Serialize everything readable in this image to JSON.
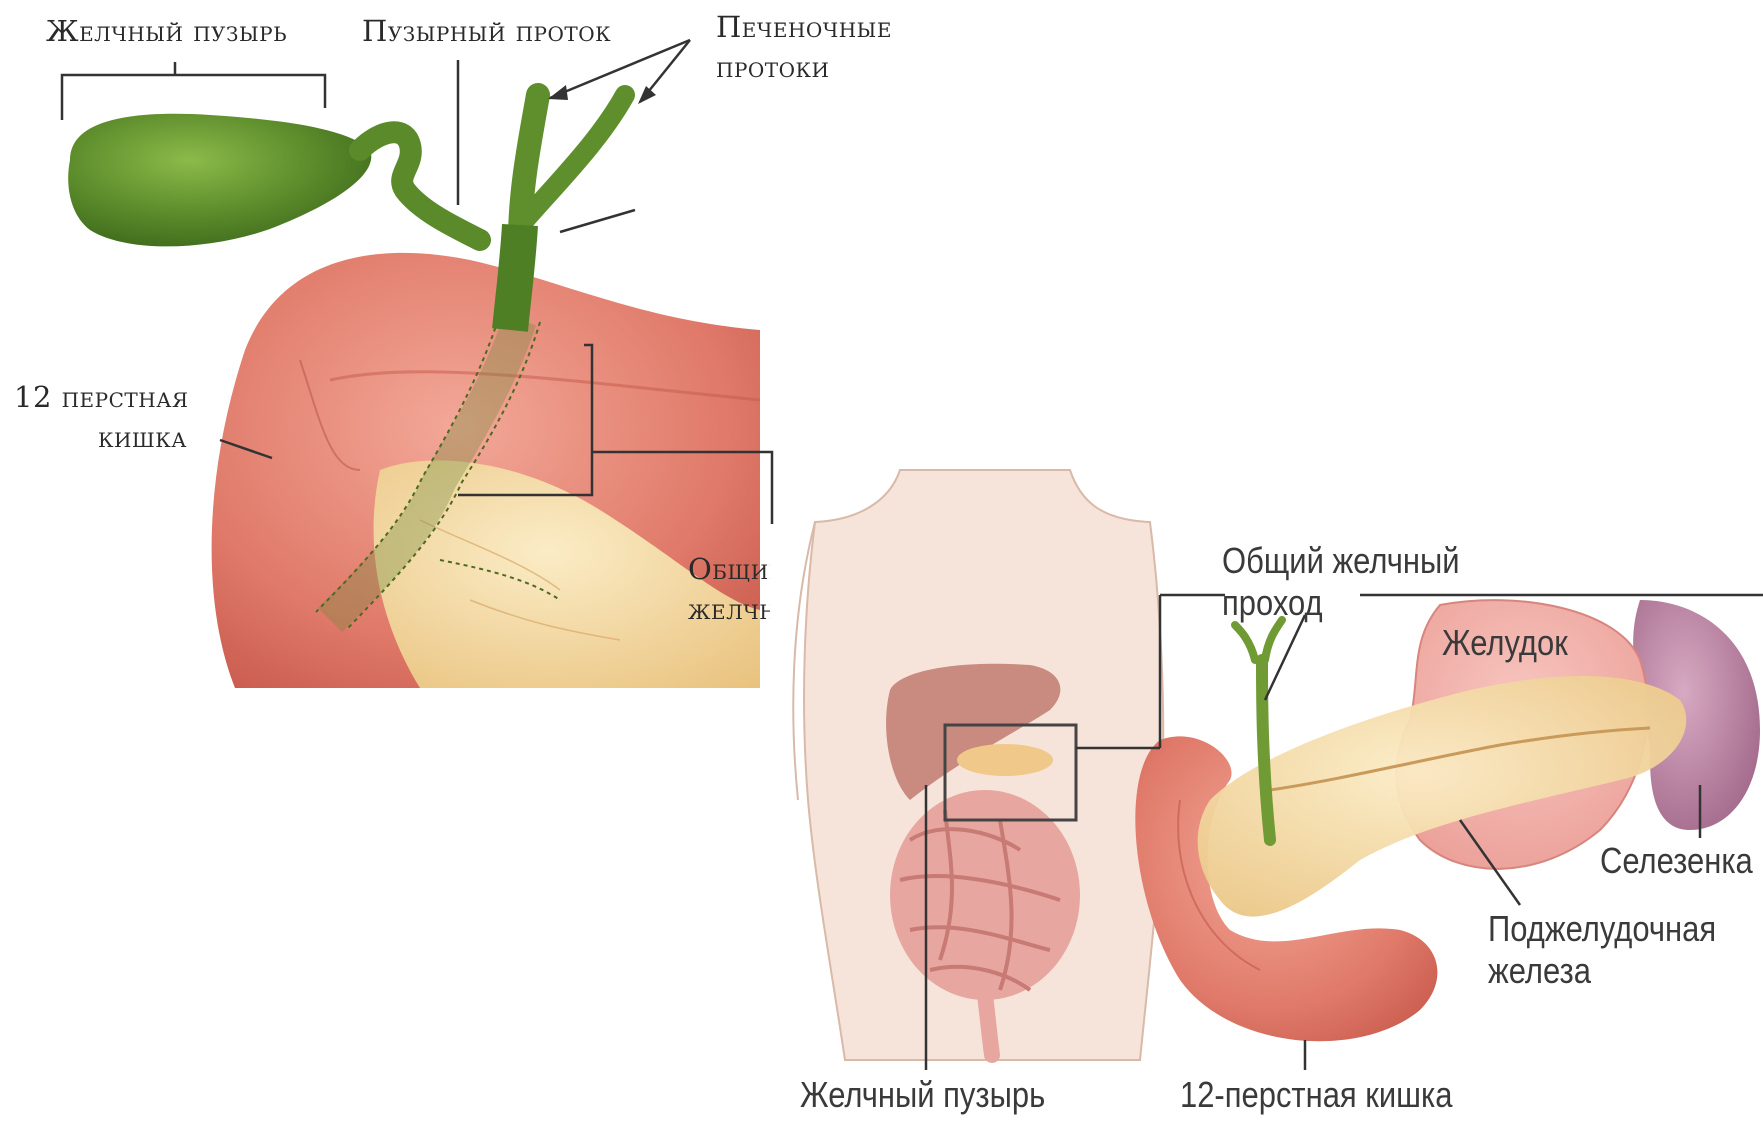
{
  "left_figure": {
    "gallbladder": "Желчный пузырь",
    "cystic_duct": "Пузырный проток",
    "hepatic_ducts": [
      "Печеночные",
      "протоки"
    ],
    "duodenum": [
      "12 перстная",
      "кишка"
    ],
    "common_bile_duct": [
      "Общий",
      "желчный"
    ]
  },
  "right_figure": {
    "common_bile_duct": [
      "Общий желчный",
      "проход"
    ],
    "stomach": "Желудок",
    "spleen": "Селезенка",
    "pancreas": [
      "Поджелудочная",
      "железа"
    ],
    "gallbladder": "Желчный пузырь",
    "duodenum": "12-перстная кишка"
  },
  "colors": {
    "gallbladder": "#5a8a2a",
    "duodenum": "#e07a6a",
    "pancreas": "#f2d9a0",
    "spleen": "#b07a98",
    "skin": "#f6e4da",
    "leader_line": "#333333"
  }
}
